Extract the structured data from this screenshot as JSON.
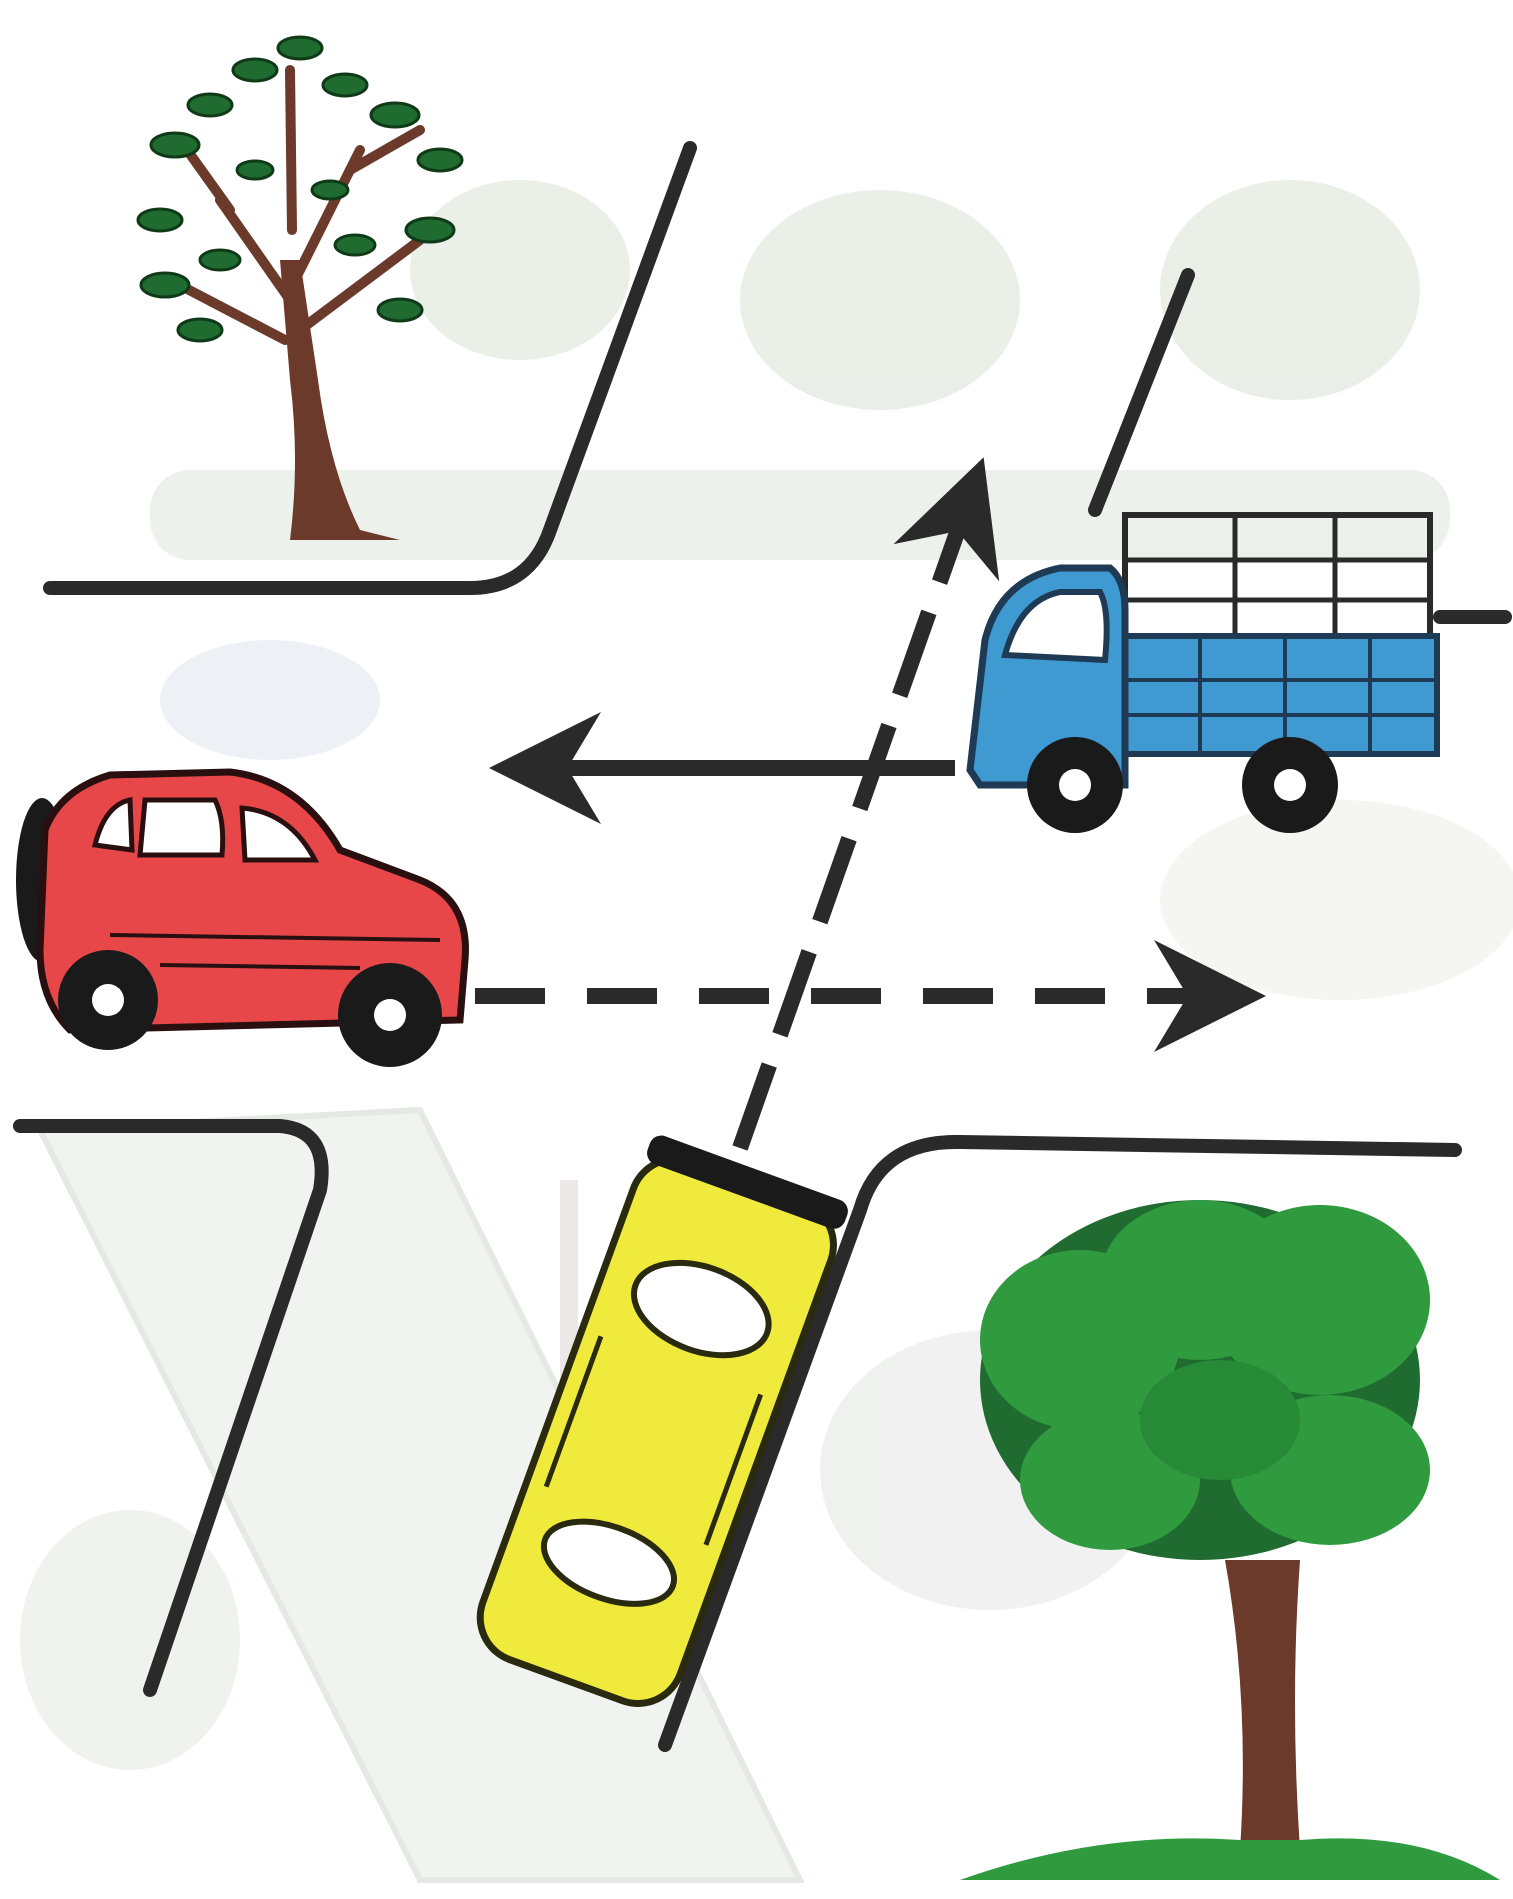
{
  "scene": {
    "vehicles": [
      {
        "id": "truck",
        "kind": "pickup-truck",
        "color": "#3e9ad0",
        "heading": "west"
      },
      {
        "id": "red-car",
        "kind": "hatchback-car",
        "color": "#e8474a",
        "heading": "east"
      },
      {
        "id": "yellow-car",
        "kind": "sedan-top-view",
        "color": "#f0ea3c",
        "heading": "north"
      }
    ],
    "paths": [
      {
        "name": "truck-path",
        "style": "solid",
        "direction": "west"
      },
      {
        "name": "red-car-path",
        "style": "dashed",
        "direction": "east"
      },
      {
        "name": "yellow-car-path",
        "style": "dashed",
        "direction": "north-east"
      }
    ],
    "colors": {
      "background": "#ffffff",
      "road_line": "#2a2a2a",
      "ghost_scenery": "#d8e3d6",
      "tree_foliage_dark": "#1f6b30",
      "tree_foliage_light": "#2f9a3e",
      "tree_trunk": "#6b3a2a"
    },
    "icons": [
      "tree-icon",
      "truck-icon",
      "car-icon",
      "arrow-icon"
    ]
  }
}
